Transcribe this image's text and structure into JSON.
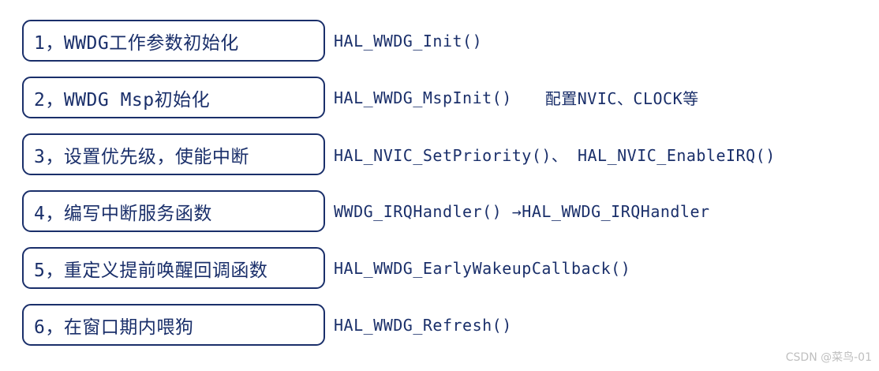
{
  "page": {
    "background": "#ffffff",
    "accent_navy": "#1a2f6a",
    "watermark_gray": "#bfbfbf"
  },
  "rows": [
    {
      "box": "1，WWDG工作参数初始化",
      "code": "HAL_WWDG_Init()",
      "note": ""
    },
    {
      "box": "2，WWDG Msp初始化",
      "code": "HAL_WWDG_MspInit()",
      "note": "配置NVIC、CLOCK等"
    },
    {
      "box": "3，设置优先级，使能中断",
      "code": "HAL_NVIC_SetPriority()、 HAL_NVIC_EnableIRQ()",
      "note": ""
    },
    {
      "box": "4，编写中断服务函数",
      "code": "WWDG_IRQHandler() →HAL_WWDG_IRQHandler",
      "note": ""
    },
    {
      "box": "5，重定义提前唤醒回调函数",
      "code": "HAL_WWDG_EarlyWakeupCallback()",
      "note": ""
    },
    {
      "box": "6，在窗口期内喂狗",
      "code": "HAL_WWDG_Refresh()",
      "note": ""
    }
  ],
  "watermark": "CSDN @菜鸟-01"
}
